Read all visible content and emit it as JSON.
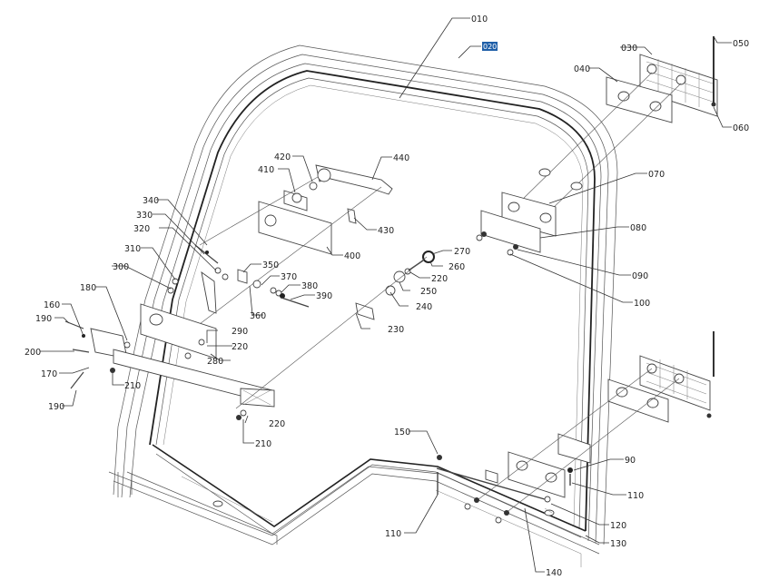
{
  "diagram": {
    "title": "Door frame exploded view",
    "selected_label": "020",
    "callouts": [
      {
        "id": "c010",
        "text": "010"
      },
      {
        "id": "c020",
        "text": "020"
      },
      {
        "id": "c030",
        "text": "030"
      },
      {
        "id": "c040",
        "text": "040"
      },
      {
        "id": "c050",
        "text": "050"
      },
      {
        "id": "c060",
        "text": "060"
      },
      {
        "id": "c070",
        "text": "070"
      },
      {
        "id": "c080",
        "text": "080"
      },
      {
        "id": "c090",
        "text": "090"
      },
      {
        "id": "c100",
        "text": "100"
      },
      {
        "id": "c90",
        "text": "90"
      },
      {
        "id": "c110a",
        "text": "110"
      },
      {
        "id": "c110b",
        "text": "110"
      },
      {
        "id": "c120",
        "text": "120"
      },
      {
        "id": "c130",
        "text": "130"
      },
      {
        "id": "c140",
        "text": "140"
      },
      {
        "id": "c150",
        "text": "150"
      },
      {
        "id": "c160",
        "text": "160"
      },
      {
        "id": "c170",
        "text": "170"
      },
      {
        "id": "c180",
        "text": "180"
      },
      {
        "id": "c190a",
        "text": "190"
      },
      {
        "id": "c190b",
        "text": "190"
      },
      {
        "id": "c200",
        "text": "200"
      },
      {
        "id": "c210a",
        "text": "210"
      },
      {
        "id": "c210b",
        "text": "210"
      },
      {
        "id": "c220a",
        "text": "220"
      },
      {
        "id": "c220b",
        "text": "220"
      },
      {
        "id": "c220c",
        "text": "220"
      },
      {
        "id": "c230",
        "text": "230"
      },
      {
        "id": "c240",
        "text": "240"
      },
      {
        "id": "c250",
        "text": "250"
      },
      {
        "id": "c260",
        "text": "260"
      },
      {
        "id": "c270",
        "text": "270"
      },
      {
        "id": "c280",
        "text": "280"
      },
      {
        "id": "c290",
        "text": "290"
      },
      {
        "id": "c300",
        "text": "300"
      },
      {
        "id": "c310",
        "text": "310"
      },
      {
        "id": "c320",
        "text": "320"
      },
      {
        "id": "c330",
        "text": "330"
      },
      {
        "id": "c340",
        "text": "340"
      },
      {
        "id": "c350",
        "text": "350"
      },
      {
        "id": "c360",
        "text": "360"
      },
      {
        "id": "c370",
        "text": "370"
      },
      {
        "id": "c380",
        "text": "380"
      },
      {
        "id": "c390",
        "text": "390"
      },
      {
        "id": "c400",
        "text": "400"
      },
      {
        "id": "c410",
        "text": "410"
      },
      {
        "id": "c420",
        "text": "420"
      },
      {
        "id": "c430",
        "text": "430"
      },
      {
        "id": "c440",
        "text": "440"
      }
    ]
  }
}
